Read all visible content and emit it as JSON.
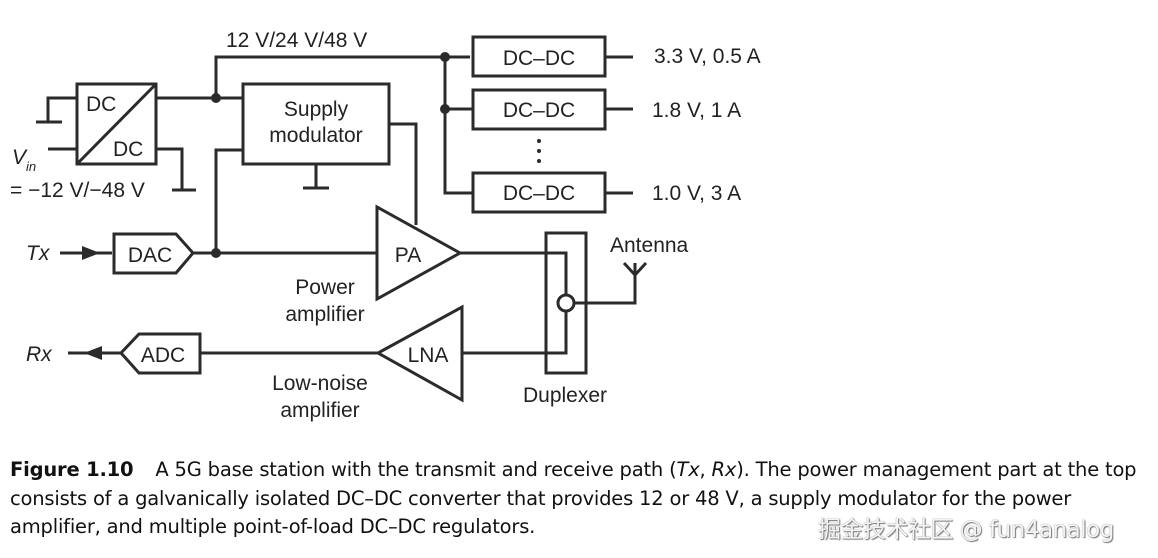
{
  "diagram": {
    "bus_label": "12 V/24 V/48 V",
    "isolated_converter": {
      "top": "DC",
      "bottom": "DC"
    },
    "vin_label": "V",
    "vin_sub": "in",
    "vin_value": "= −12 V/−48 V",
    "supply_modulator": [
      "Supply",
      "modulator"
    ],
    "pol_converters": [
      {
        "label": "DC–DC",
        "output": "3.3 V, 0.5 A"
      },
      {
        "label": "DC–DC",
        "output": "1.8 V, 1 A"
      },
      {
        "label": "DC–DC",
        "output": "1.0 V, 3 A"
      }
    ],
    "tx_label": "Tx",
    "rx_label": "Rx",
    "dac_label": "DAC",
    "adc_label": "ADC",
    "pa_label": "PA",
    "pa_caption": [
      "Power",
      "amplifier"
    ],
    "lna_label": "LNA",
    "lna_caption": [
      "Low-noise",
      "amplifier"
    ],
    "duplexer_label": "Duplexer",
    "antenna_label": "Antenna"
  },
  "caption": {
    "figure_number": "Figure 1.10",
    "text_part1": "A 5G base station with the transmit and receive path (",
    "tx": "Tx",
    "sep": ", ",
    "rx": "Rx",
    "text_part2": "). The power management part at the top consists of a galvanically isolated DC–DC converter that provides 12 or 48 V, a supply modulator for the power amplifier, and multiple point-of-load DC–DC regulators."
  },
  "watermark": "掘金技术社区 @ fun4analog"
}
